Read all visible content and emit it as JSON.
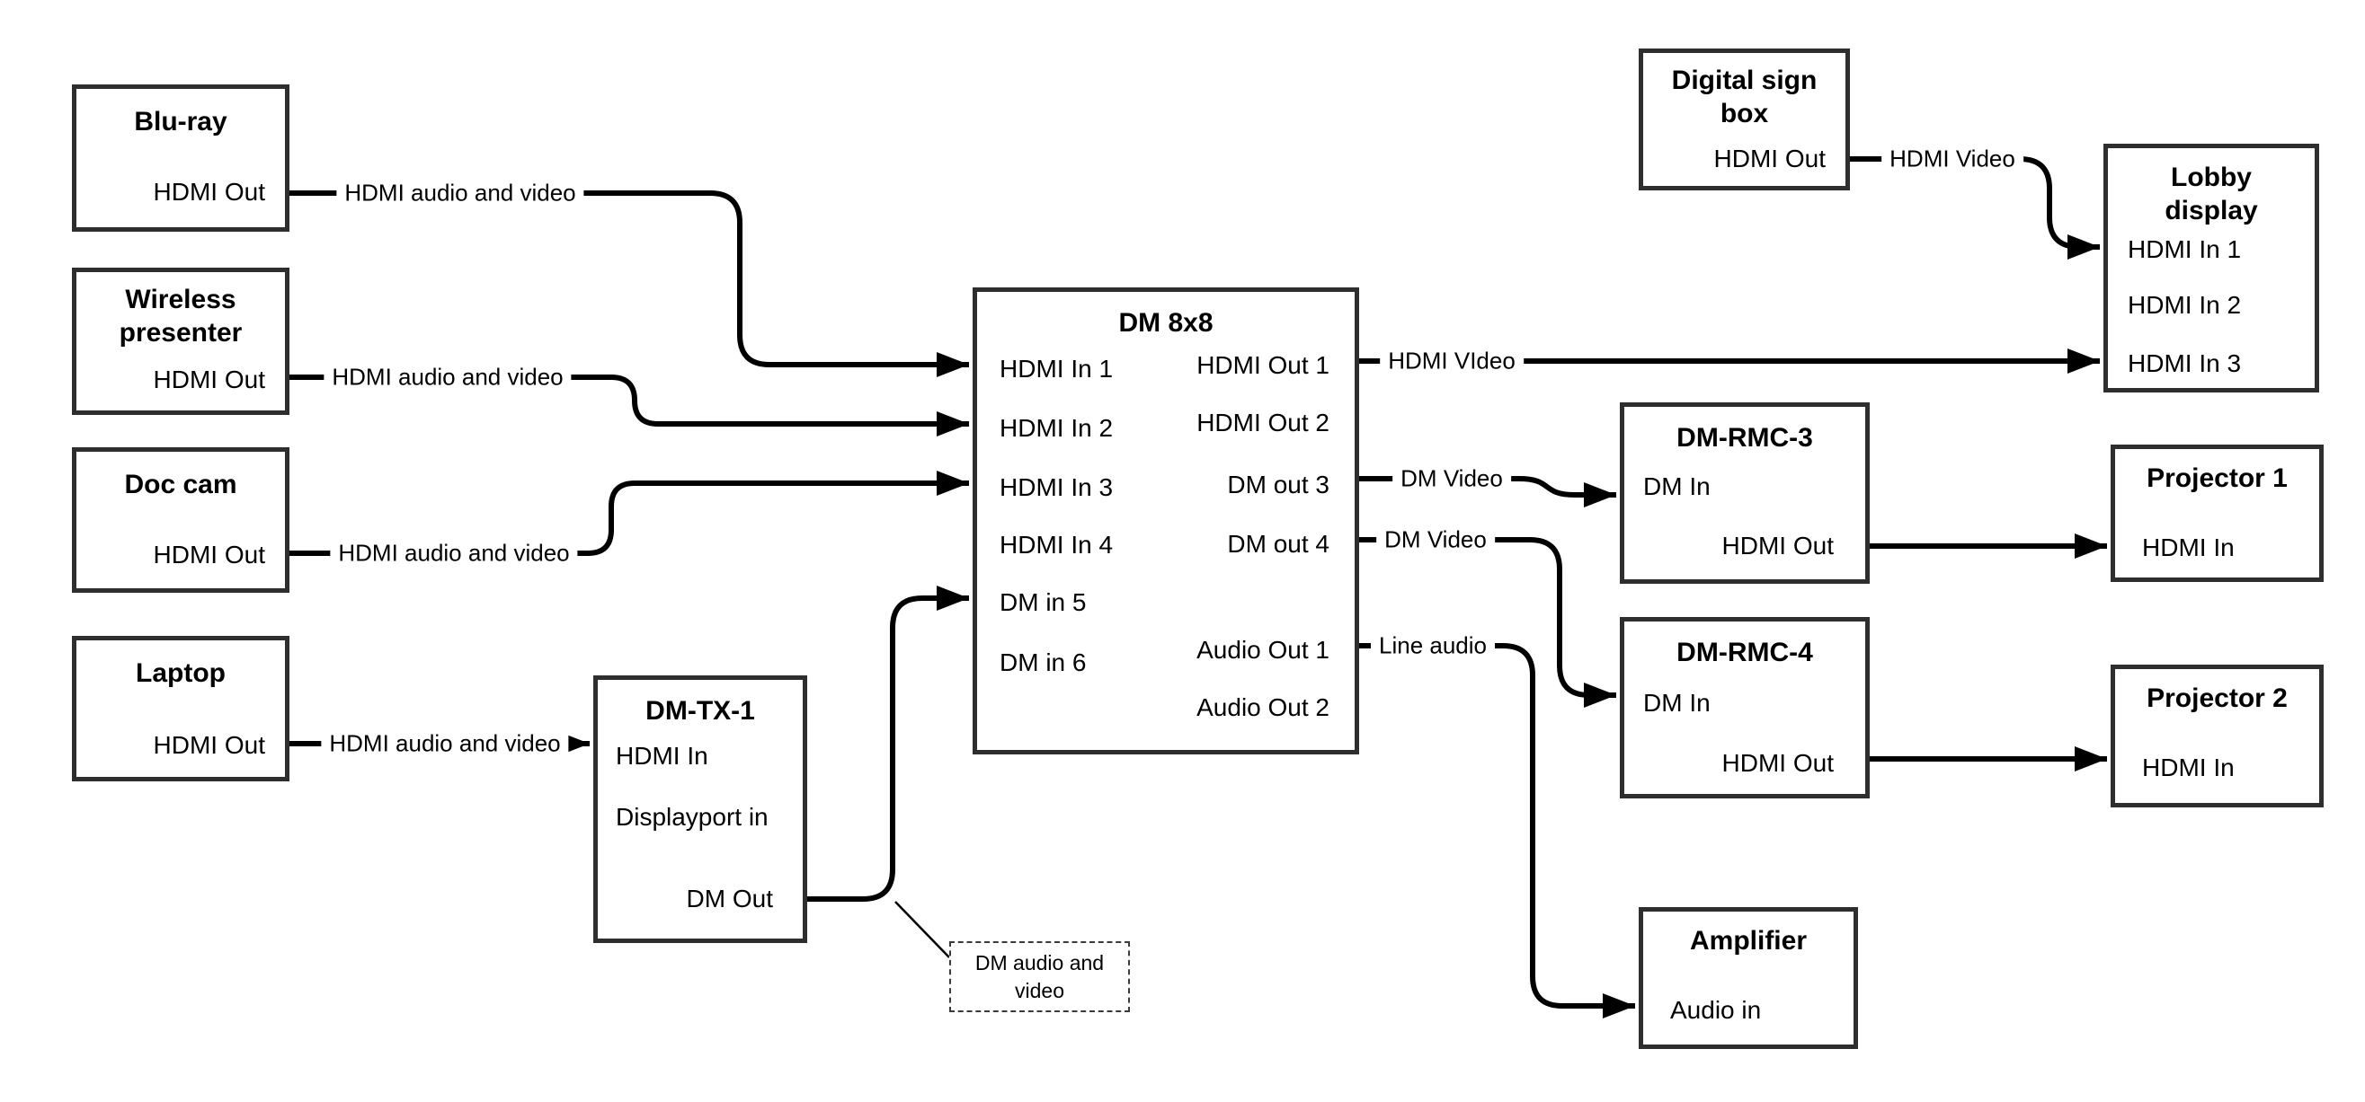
{
  "canvas": {
    "background": "#ffffff",
    "line_color": "#000000",
    "box_border_color": "#2e2e2e"
  },
  "nodes": {
    "bluray": {
      "title": "Blu-ray",
      "port_hdmi_out": "HDMI Out"
    },
    "wireless": {
      "title": "Wireless presenter",
      "port_hdmi_out": "HDMI Out"
    },
    "doccam": {
      "title": "Doc cam",
      "port_hdmi_out": "HDMI Out"
    },
    "laptop": {
      "title": "Laptop",
      "port_hdmi_out": "HDMI Out"
    },
    "dmtx1": {
      "title": "DM-TX-1",
      "port_hdmi_in": "HDMI In",
      "port_displayport_in": "Displayport in",
      "port_dm_out": "DM Out"
    },
    "dm8x8": {
      "title": "DM 8x8",
      "inputs": [
        "HDMI In 1",
        "HDMI In 2",
        "HDMI In 3",
        "HDMI In 4",
        "DM in 5",
        "DM in 6"
      ],
      "outputs": [
        "HDMI Out 1",
        "HDMI Out 2",
        "DM out 3",
        "DM out 4",
        "Audio Out 1",
        "Audio Out 2"
      ]
    },
    "digitalsign": {
      "title": "Digital sign box",
      "port_hdmi_out": "HDMI Out"
    },
    "lobby": {
      "title": "Lobby display",
      "inputs": [
        "HDMI In 1",
        "HDMI In 2",
        "HDMI In 3"
      ]
    },
    "dmrmc3": {
      "title": "DM-RMC-3",
      "port_dm_in": "DM In",
      "port_hdmi_out": "HDMI Out"
    },
    "proj1": {
      "title": "Projector 1",
      "port_hdmi_in": "HDMI In"
    },
    "dmrmc4": {
      "title": "DM-RMC-4",
      "port_dm_in": "DM In",
      "port_hdmi_out": "HDMI Out"
    },
    "proj2": {
      "title": "Projector 2",
      "port_hdmi_in": "HDMI In"
    },
    "amplifier": {
      "title": "Amplifier",
      "port_audio_in": "Audio in"
    }
  },
  "connection_labels": {
    "bluray_dm8x8": "HDMI audio and video",
    "wireless_dm8x8": "HDMI audio and video",
    "doccam_dm8x8": "HDMI audio and video",
    "laptop_dmtx1": "HDMI audio and video",
    "digitalsign_lobby": "HDMI Video",
    "hdmi_out1_lobby": "HDMI VIdeo",
    "dm_out3_dmrmc3": "DM Video",
    "dm_out4_dmrmc4": "DM Video",
    "audio_out1_amplifier": "Line audio"
  },
  "annotation": {
    "text": "DM audio and video"
  }
}
